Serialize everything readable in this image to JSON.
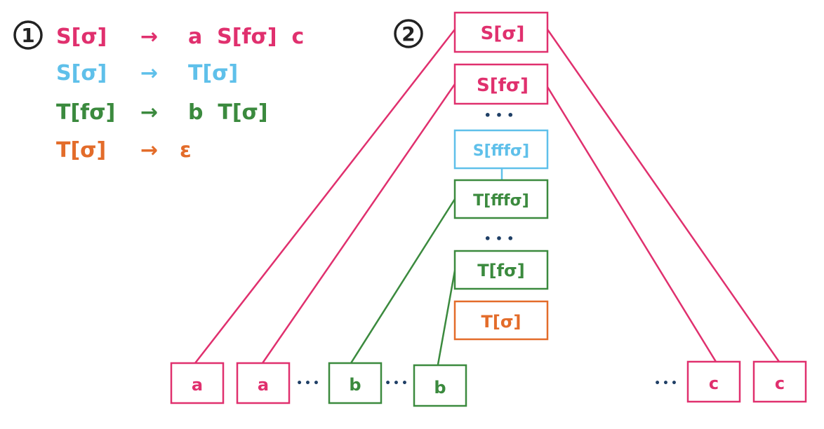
{
  "colors": {
    "pink": "#e0306e",
    "blue": "#5fc0ea",
    "green": "#3b8a3e",
    "orange": "#e36c2a",
    "navy": "#1f3f66",
    "black": "#222222"
  },
  "section_labels": {
    "one": "1",
    "two": "2"
  },
  "rules": [
    {
      "lhs": "S[σ]",
      "arrow": "→",
      "rhs": "a  S[fσ]  c",
      "color": "pink"
    },
    {
      "lhs": "S[σ]",
      "arrow": "→",
      "rhs": "T[σ]",
      "color": "blue"
    },
    {
      "lhs": "T[fσ]",
      "arrow": "→",
      "rhs": "b  T[σ]",
      "color": "green"
    },
    {
      "lhs": "T[σ]",
      "arrow": "→",
      "rhs": "ε",
      "color": "orange"
    }
  ],
  "tree_nodes": {
    "s_sigma": "S[σ]",
    "s_f_sigma": "S[fσ]",
    "s_fff_sigma": "S[fffσ]",
    "t_fff_sigma": "T[fffσ]",
    "t_f_sigma": "T[fσ]",
    "t_sigma": "T[σ]"
  },
  "leaves": {
    "a1": "a",
    "a2": "a",
    "b1": "b",
    "b2": "b",
    "c1": "c",
    "c2": "c"
  },
  "ellipsis": "•••"
}
